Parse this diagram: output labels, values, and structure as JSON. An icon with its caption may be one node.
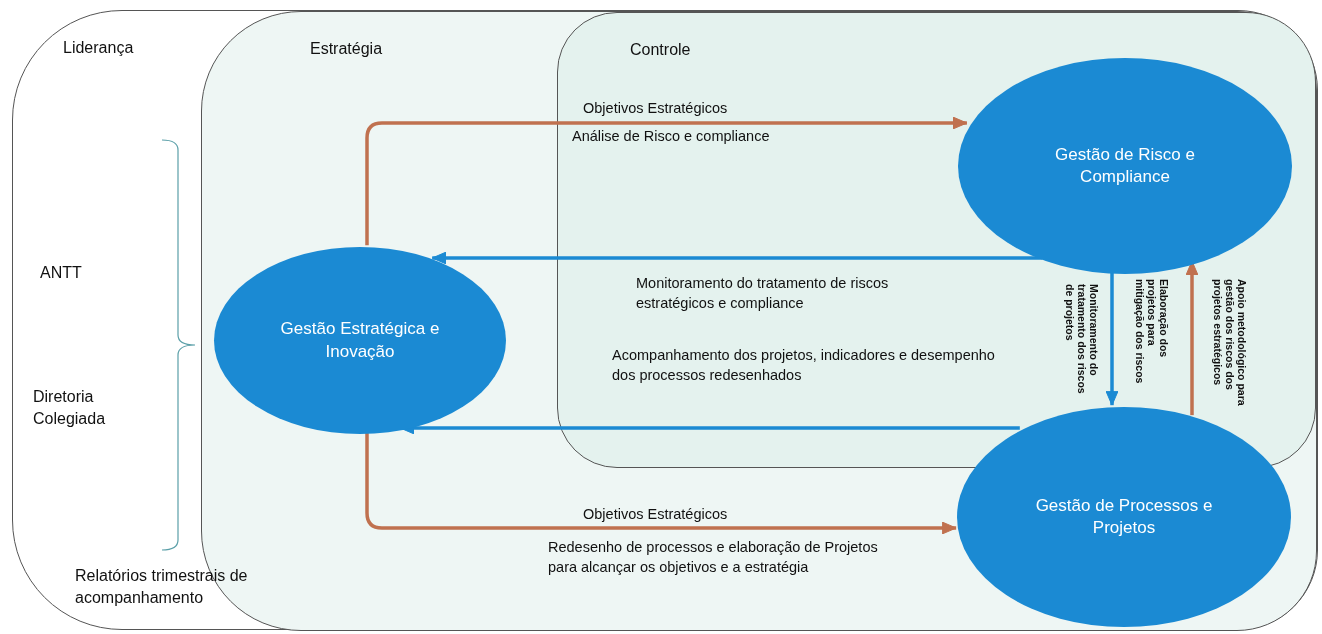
{
  "diagram": {
    "nodes": [
      {
        "text": [
          "Liderança"
        ]
      },
      {
        "text": [
          "Estratégia"
        ],
        "in": 0
      },
      {
        "text": [
          "Controle"
        ],
        "in": 1
      },
      {
        "text": [
          "Gestão Estratégica e Inovação"
        ],
        "in": 1
      },
      {
        "text": [
          "Gestão de Risco e Compliance"
        ],
        "in": 2
      },
      {
        "text": [
          "Gestão de Processos e Projetos"
        ],
        "in": 1
      }
    ],
    "edges": [
      {
        "from": 3,
        "to": 4,
        "arrow": "to",
        "label": "Objetivos Estratégicos",
        "color": "#c0714f"
      },
      {
        "from": 4,
        "to": 3,
        "arrow": "to",
        "label": "Monitoramento do tratamento de riscos estratégicos e compliance",
        "color": "#1b8ad3"
      },
      {
        "from": 5,
        "to": 3,
        "arrow": "to",
        "label": "Acompanhamento dos projetos, indicadores e desempenho dos processos redesenhados",
        "color": "#1b8ad3"
      },
      {
        "from": 3,
        "to": 5,
        "arrow": "to",
        "label": "Objetivos Estratégicos",
        "color": "#c0714f"
      },
      {
        "from": 4,
        "to": 5,
        "arrow": "to",
        "label": "Monitoramento do tratamento dos riscos de projetos",
        "color": "#1b8ad3"
      },
      {
        "from": 5,
        "to": 4,
        "arrow": "to",
        "label": "Apoio metodológico para gestão dos riscos dos projetos estratégicos",
        "color": "#c0714f"
      }
    ],
    "labels": [
      "ANTT",
      "Diretoria Colegiada",
      "Análise de Risco e compliance",
      "Elaboração dos projetos para mitigação dos riscos",
      "Redesenho de processos e elaboração de Projetos para alcançar os objetivos e a estratégia",
      "Relatórios trimestrais de acompanhamento"
    ]
  }
}
